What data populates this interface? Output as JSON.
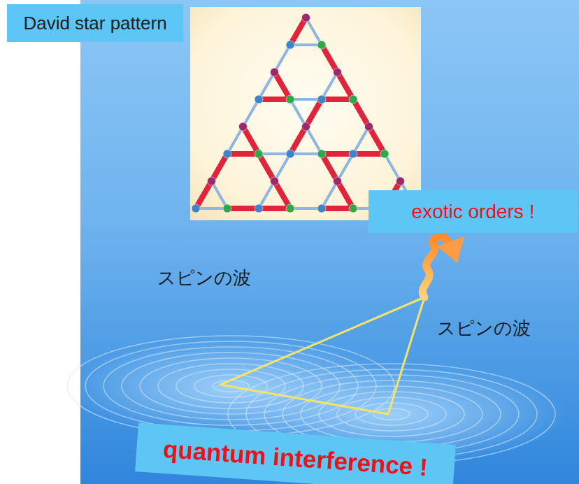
{
  "diagram": {
    "nodes": [
      {
        "text": [
          "David star pattern"
        ]
      },
      {
        "text": [
          "exotic orders !"
        ]
      },
      {
        "text": [
          "quantum interference !"
        ]
      }
    ],
    "labels": [
      "スピンの波",
      "スピンの波"
    ]
  }
}
